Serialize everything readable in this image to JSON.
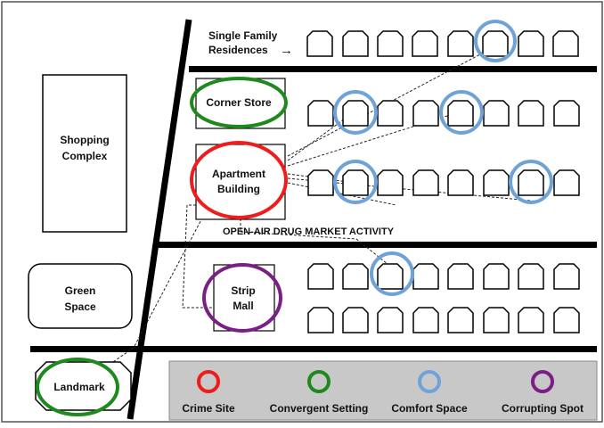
{
  "labels": {
    "residences_line1": "Single Family",
    "residences_line2": "Residences",
    "residences_arrow": "→",
    "corner_store": "Corner Store",
    "shopping_line1": "Shopping",
    "shopping_line2": "Complex",
    "apartment_line1": "Apartment",
    "apartment_line2": "Building",
    "drug_market": "OPEN-AIR DRUG MARKET ACTIVITY",
    "green_line1": "Green",
    "green_line2": "Space",
    "strip_line1": "Strip",
    "strip_line2": "Mall",
    "landmark": "Landmark"
  },
  "legend": [
    {
      "label": "Crime Site",
      "color": "#ee1c1c"
    },
    {
      "label": "Convergent Setting",
      "color": "#1e8a1e"
    },
    {
      "label": "Comfort Space",
      "color": "#6fa3d8"
    },
    {
      "label": "Corrupting Spot",
      "color": "#7a1f86"
    }
  ],
  "colors": {
    "crime": "#ee1c1c",
    "convergent": "#1e8a1e",
    "comfort": "#6fa3d8",
    "corrupting": "#7a1f86",
    "legend_bg": "#c8c8c8"
  }
}
